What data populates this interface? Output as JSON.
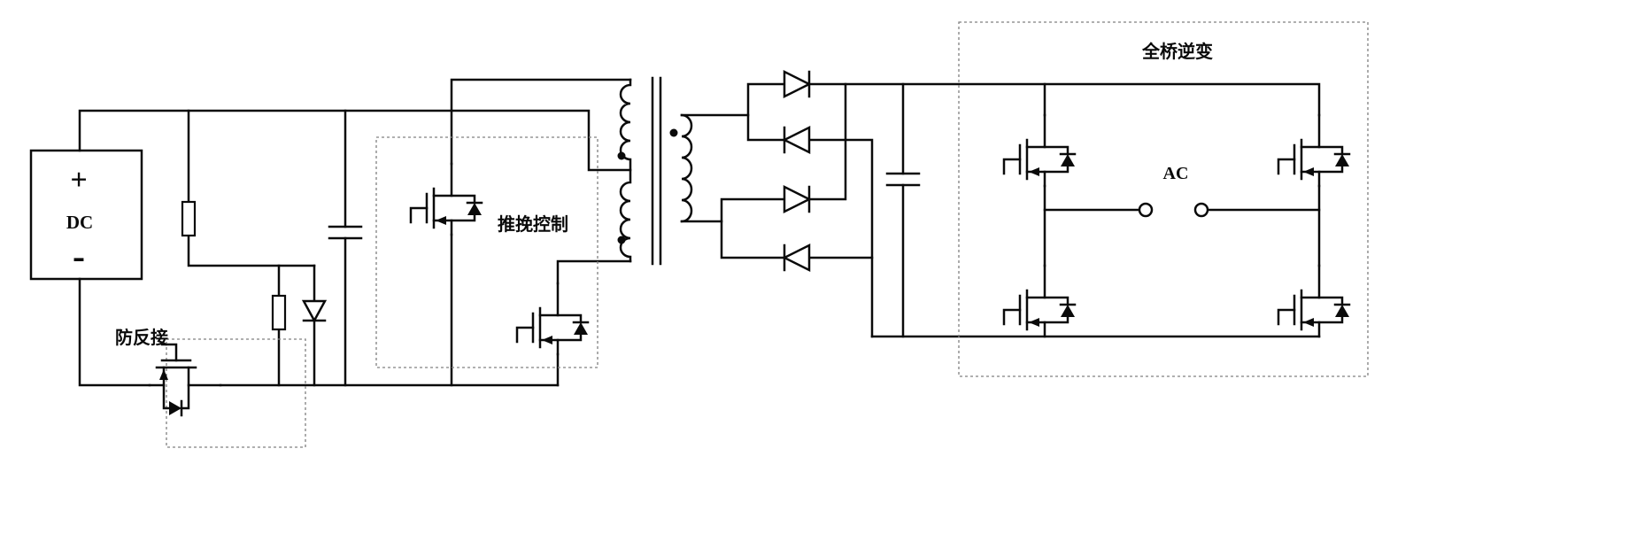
{
  "diagram": {
    "type": "power-converter-schematic",
    "background": "#ffffff",
    "line_color": "#0a0a0a",
    "dashed_box_color": "#808080",
    "dc_source": {
      "plus": "+",
      "label": "DC",
      "minus": "-"
    },
    "blocks": {
      "anti_reverse": {
        "label": "防反接"
      },
      "push_pull": {
        "label": "推挽控制"
      },
      "full_bridge": {
        "label": "全桥逆变",
        "ac_label": "AC"
      }
    },
    "components": [
      "dc-source",
      "series-resistor",
      "bleeder-resistor",
      "clamp-diode",
      "input-capacitor",
      "anti-reverse-mosfet",
      "push-pull-mosfet-upper",
      "push-pull-mosfet-lower",
      "center-tapped-transformer",
      "rectifier-diode-1",
      "rectifier-diode-2",
      "rectifier-diode-3",
      "rectifier-diode-4",
      "dc-link-capacitor",
      "inverter-mosfet-q1",
      "inverter-mosfet-q2",
      "inverter-mosfet-q3",
      "inverter-mosfet-q4",
      "ac-output-terminals"
    ]
  }
}
